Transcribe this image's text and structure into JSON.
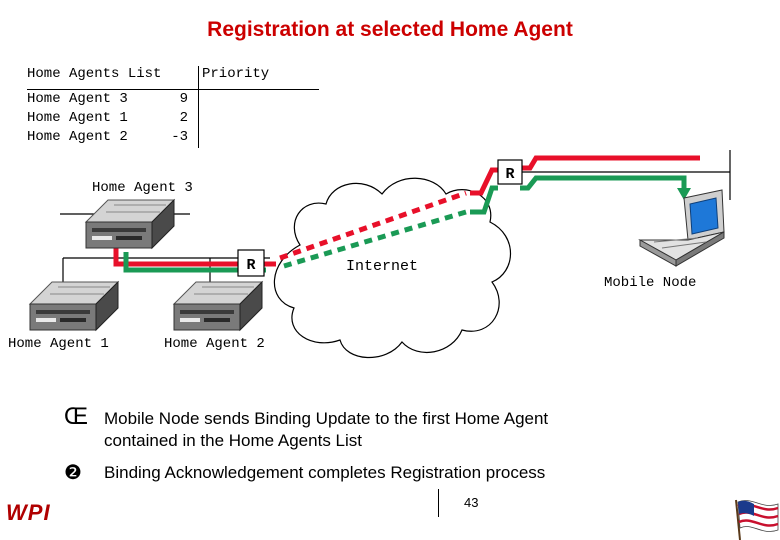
{
  "title": "Registration at selected Home Agent",
  "table": {
    "header_list": "Home Agents List",
    "header_priority": "Priority",
    "rows": [
      {
        "agent": "Home Agent 3",
        "priority": "9"
      },
      {
        "agent": "Home Agent 1",
        "priority": "2"
      },
      {
        "agent": "Home Agent 2",
        "priority": "-3"
      }
    ]
  },
  "labels": {
    "home_agent_3": "Home Agent 3",
    "home_agent_1": "Home Agent 1",
    "home_agent_2": "Home Agent 2",
    "internet": "Internet",
    "mobile_node": "Mobile Node",
    "router": "R"
  },
  "bullets": [
    {
      "symbol": "Œ",
      "text": "Mobile Node sends Binding Update to the first Home Agent contained in the Home Agents List"
    },
    {
      "symbol": "❷",
      "text": "Binding Acknowledgement completes Registration process"
    }
  ],
  "page_number": "43",
  "logo": "WPI",
  "colors": {
    "title": "#cc0000",
    "red_path": "#e8102a",
    "green_path": "#1a9a55",
    "screen": "#1e78d8"
  }
}
